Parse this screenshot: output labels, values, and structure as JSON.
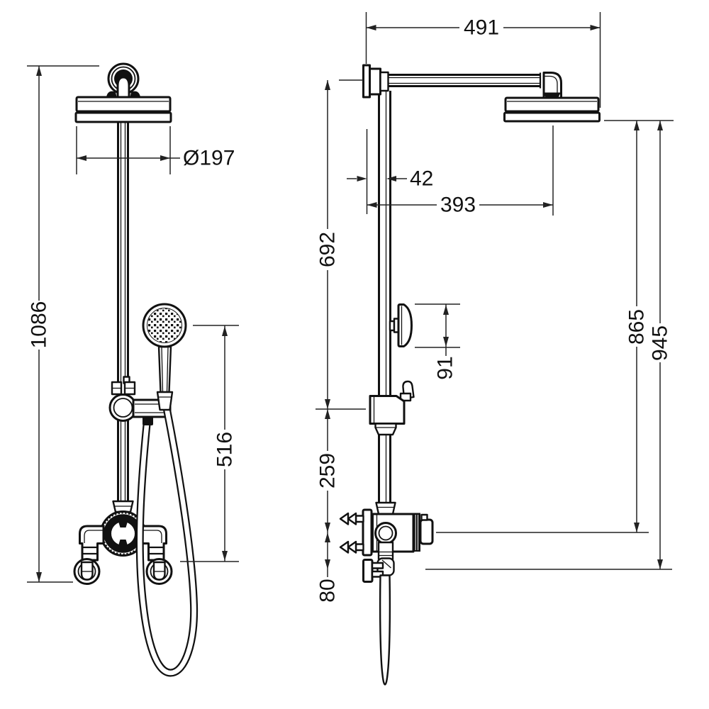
{
  "drawing": {
    "type": "technical-dimension-drawing",
    "subject": "thermostatic-shower-column-two-views",
    "background_color": "#ffffff",
    "line_color": "#111111",
    "dimension_color": "#222222",
    "units_implied": "mm",
    "parts": [
      "wall-bracket-ring",
      "overhead-shower-head",
      "riser-rail",
      "hand-shower",
      "handset-holder",
      "slider-clamp",
      "thermostatic-valve",
      "wall-union-elbow",
      "shower-hose",
      "shower-arm",
      "wall-flange",
      "diverter-block",
      "inlet-barb-fittings"
    ],
    "dims": {
      "front": {
        "overall_height": "1086",
        "head_diameter": "Ø197",
        "handset_height": "516"
      },
      "side": {
        "arm_reach": "491",
        "riser_offset": "42",
        "head_projection": "393",
        "flange_to_diverter": "692",
        "bracket_height": "91",
        "diverter_to_valve": "259",
        "valve_to_outlet": "80",
        "head_to_valve": "865",
        "head_to_outlet": "945"
      }
    }
  }
}
